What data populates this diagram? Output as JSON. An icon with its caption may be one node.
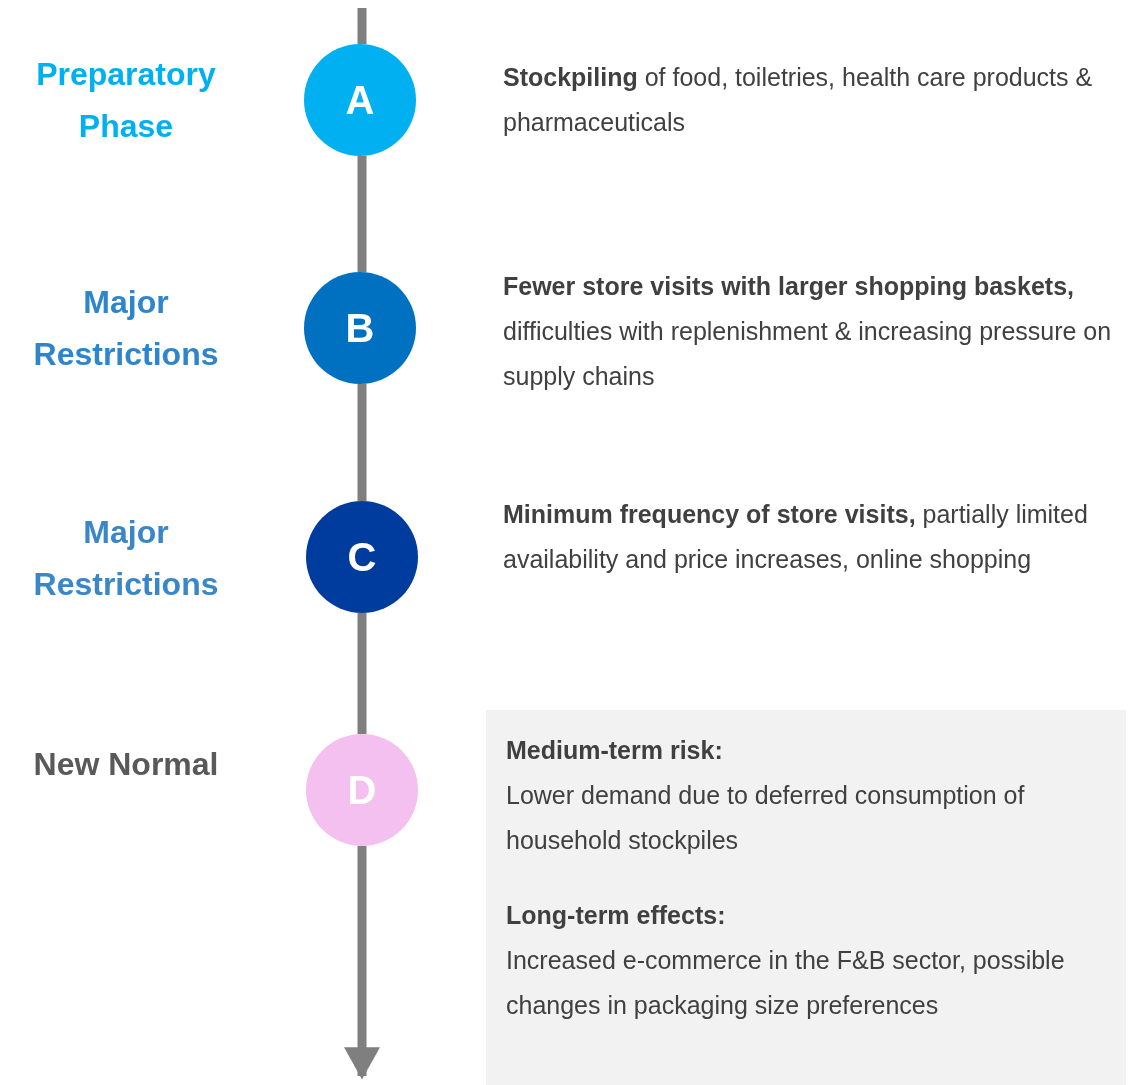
{
  "diagram": {
    "nodes": [
      {
        "text": [
          "A"
        ],
        "beside": [
          "Preparatory Phase",
          "**Stockpiling** of food, toiletries, health care products & pharmaceuticals"
        ]
      },
      {
        "text": [
          "B"
        ],
        "beside": [
          "Major Restrictions",
          "**Fewer store visits with larger shopping baskets,** difficulties with replenishment & increasing pressure on supply chains"
        ]
      },
      {
        "text": [
          "C"
        ],
        "beside": [
          "Major Restrictions",
          "**Minimum frequency of store visits,** partially limited availability and price increases, online shopping"
        ]
      },
      {
        "text": [
          "D"
        ],
        "beside": [
          "New Normal"
        ]
      },
      {
        "text": [
          "Medium-term risk:",
          "Lower demand due to deferred consumption of household stockpiles",
          "Long-term effects:",
          "Increased e-commerce in the F&B sector, possible changes in packaging size preferences"
        ]
      }
    ],
    "edges": [
      {
        "from": null,
        "to": 0,
        "arrow": "none"
      },
      {
        "from": 0,
        "to": 1,
        "arrow": "none"
      },
      {
        "from": 1,
        "to": 2,
        "arrow": "none"
      },
      {
        "from": 2,
        "to": 3,
        "arrow": "none"
      },
      {
        "from": 3,
        "to": null,
        "arrow": "to"
      }
    ]
  }
}
